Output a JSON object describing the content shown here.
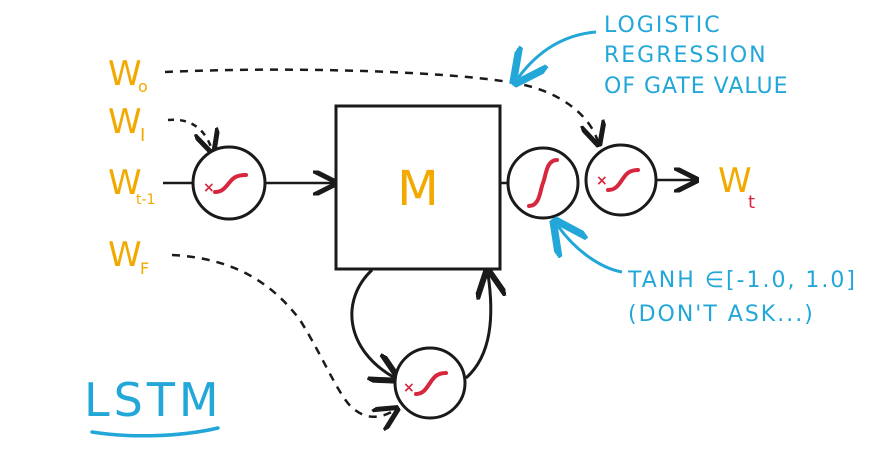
{
  "inputs": {
    "wo": {
      "base": "W",
      "sub": "o"
    },
    "wi": {
      "base": "W",
      "sub": "I"
    },
    "wt1": {
      "base": "W",
      "sub": "t-1"
    },
    "wf": {
      "base": "W",
      "sub": "F"
    }
  },
  "memory_label": "M",
  "output": {
    "base": "W",
    "sub": "t"
  },
  "annotations": {
    "logistic": [
      "LOGISTIC",
      "REGRESSION",
      "OF GATE VALUE"
    ],
    "tanh": [
      "TANH ∈[-1.0, 1.0]",
      "(DON'T ASK...)"
    ]
  },
  "gate_multiply_symbol": "×",
  "title": "LSTM",
  "colors": {
    "input_text": "#f2a900",
    "annotation": "#22a7d8",
    "curve": "#d7263d",
    "ink": "#1a1a1a"
  }
}
